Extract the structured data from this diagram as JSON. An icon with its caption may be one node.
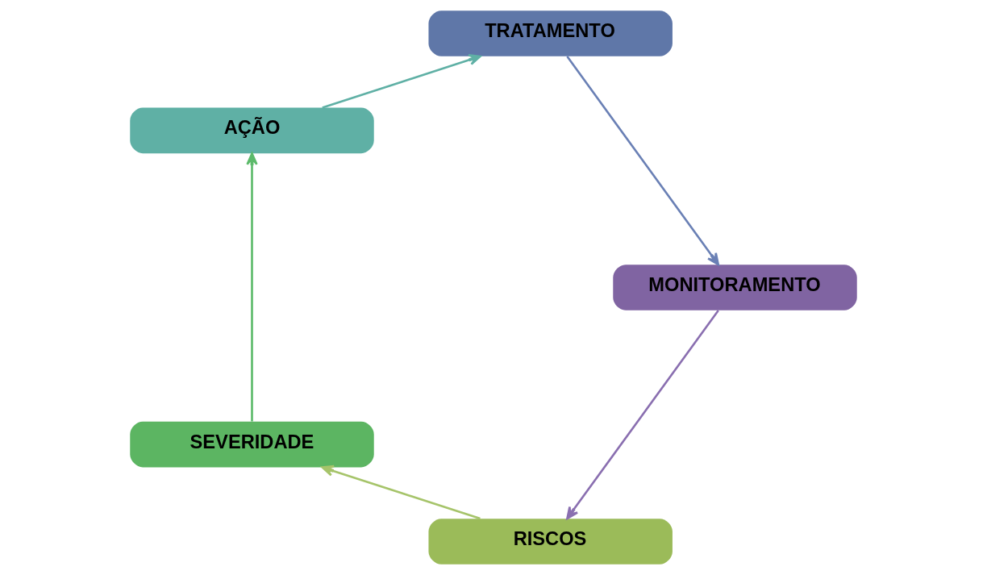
{
  "diagram": {
    "nodes": [
      {
        "text": [
          "RISCOS"
        ]
      },
      {
        "text": [
          "SEVERIDADE"
        ]
      },
      {
        "text": [
          "AÇÃO"
        ]
      },
      {
        "text": [
          "TRATAMENTO"
        ]
      },
      {
        "text": [
          "MONITORAMENTO"
        ]
      }
    ],
    "edges": [
      {
        "from": 0,
        "to": 1,
        "arrow": "to",
        "color": "#a6c46a"
      },
      {
        "from": 1,
        "to": 2,
        "arrow": "to",
        "color": "#5cba6a"
      },
      {
        "from": 2,
        "to": 3,
        "arrow": "to",
        "color": "#5fb0a5"
      },
      {
        "from": 3,
        "to": 4,
        "arrow": "to",
        "color": "#6a80b5"
      },
      {
        "from": 4,
        "to": 0,
        "arrow": "to",
        "color": "#8a6fb0"
      }
    ]
  }
}
